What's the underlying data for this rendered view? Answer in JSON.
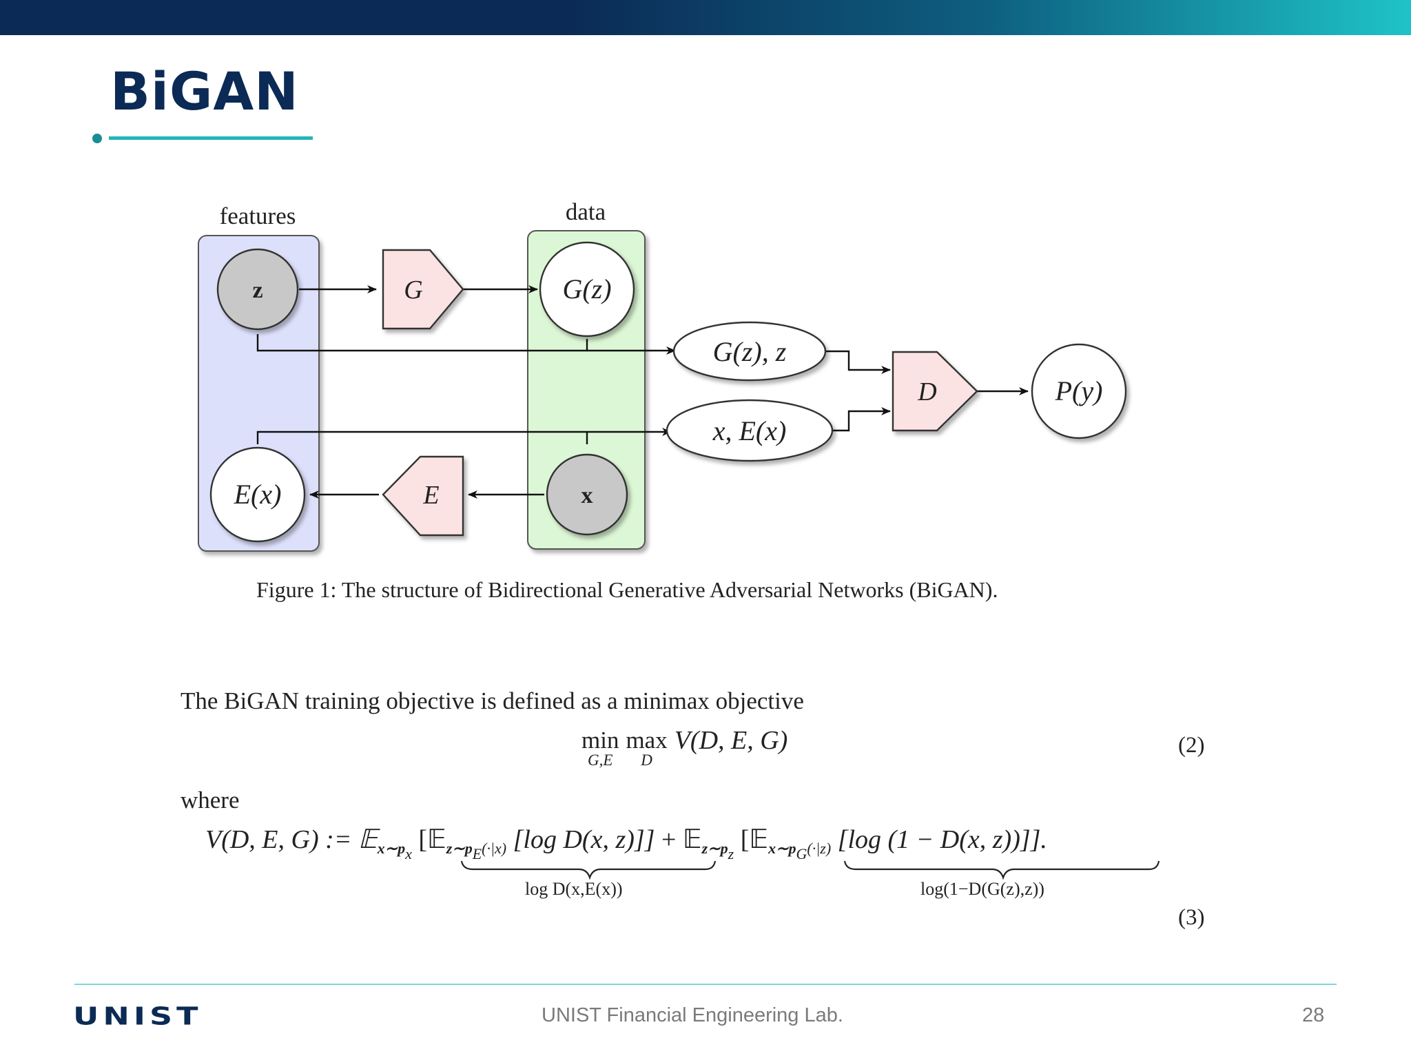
{
  "slide": {
    "title": "BiGAN",
    "footer_text": "UNIST Financial Engineering Lab.",
    "logo_text": "UNIST",
    "page_number": "28",
    "colors": {
      "title": "#0b2a55",
      "accent": "#23b5b8",
      "features_box": "#dde0fb",
      "data_box": "#dcf7d5",
      "node_fill": "#fce3e3"
    }
  },
  "diagram": {
    "group_features": "features",
    "group_data": "data",
    "nodes": {
      "z": "z",
      "G": "G",
      "Gz": "G(z)",
      "Gz_z": "G(z), z",
      "D": "D",
      "Py": "P(y)",
      "x_Ex": "x, E(x)",
      "Ex": "E(x)",
      "E": "E",
      "x": "x"
    },
    "caption": "Figure 1: The structure of Bidirectional Generative Adversarial Networks (BiGAN)."
  },
  "text": {
    "intro": "The BiGAN training objective is defined as a minimax objective",
    "where": "where"
  },
  "equations": {
    "eq2_min": "min",
    "eq2_min_sub": "G,E",
    "eq2_max": "max",
    "eq2_max_sub": "D",
    "eq2_body": "V(D, E, G)",
    "eq2_number": "(2)",
    "eq3_lhs": "V(D, E, G) := 𝔼",
    "eq3_sub1": "x∼p",
    "eq3_sub1b": "x",
    "eq3_inner1": "[𝔼",
    "eq3_sub2": "z∼p",
    "eq3_sub2b": "E",
    "eq3_sub2c": "(·|x)",
    "eq3_term1": "[log D(x, z)]]",
    "eq3_plus": " + 𝔼",
    "eq3_sub3": "z∼p",
    "eq3_sub3b": "z",
    "eq3_inner2": "[𝔼",
    "eq3_sub4": "x∼p",
    "eq3_sub4b": "G",
    "eq3_sub4c": "(·|z)",
    "eq3_term2": "[log (1 − D(x, z))]].",
    "eq3_under1": "log D(x,E(x))",
    "eq3_under2": "log(1−D(G(z),z))",
    "eq3_number": "(3)"
  }
}
